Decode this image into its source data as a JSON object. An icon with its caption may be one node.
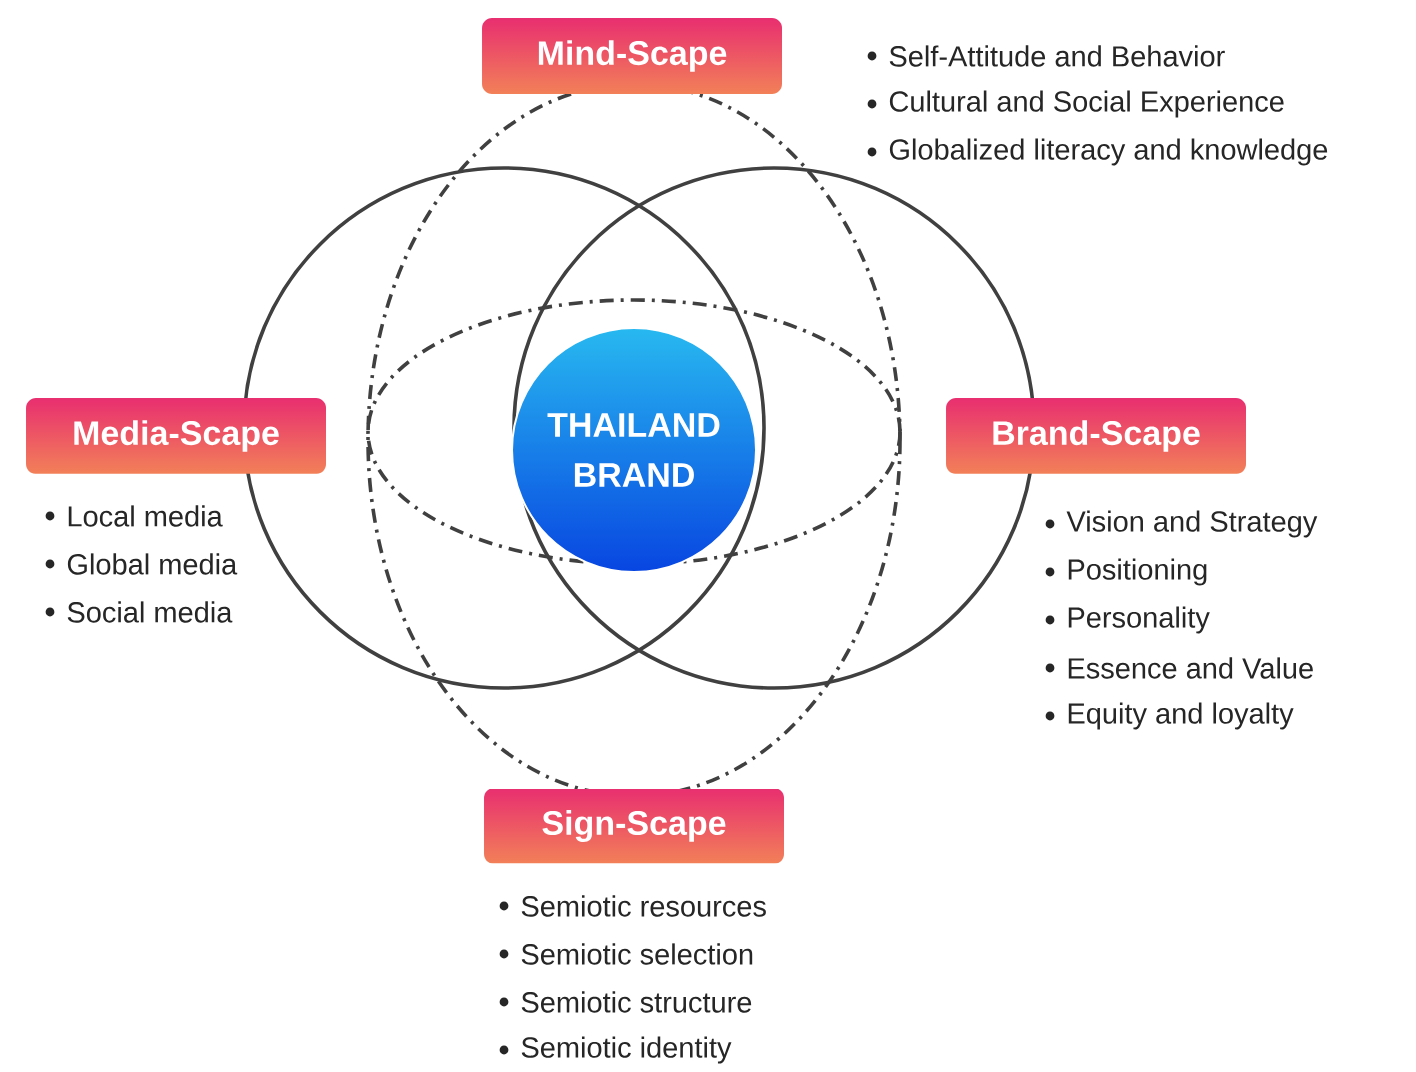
{
  "diagram": {
    "nodes": [
      {
        "text": [
          "Mind-Scape"
        ],
        "beside": [
          "Self-Attitude and Behavior",
          "Cultural and Social Experience",
          "Globalized literacy and knowledge"
        ]
      },
      {
        "text": [
          "Media-Scape"
        ],
        "beside": [
          "Local media",
          "Global media",
          "Social media"
        ]
      },
      {
        "text": [
          "THAILAND BRAND"
        ]
      },
      {
        "text": [
          "Brand-Scape"
        ],
        "beside": [
          "Vision and Strategy",
          "Positioning",
          "Personality",
          "Essence and Value",
          "Equity and loyalty"
        ]
      },
      {
        "text": [
          "Sign-Scape"
        ],
        "beside": [
          "Semiotic resources",
          "Semiotic selection",
          "Semiotic structure",
          "Semiotic identity"
        ]
      }
    ]
  }
}
